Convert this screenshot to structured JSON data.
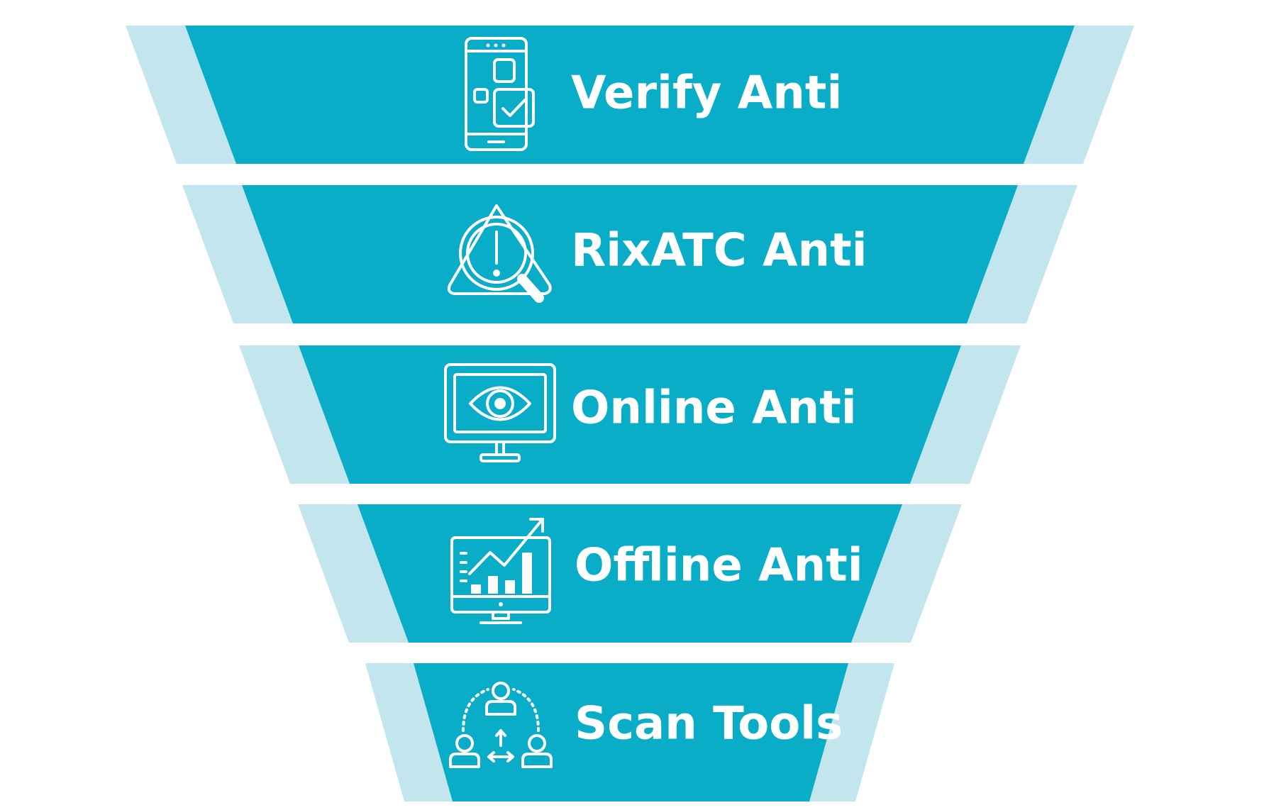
{
  "colors": {
    "band_main": "#0aadc7",
    "band_side": "#c3e6ee",
    "text": "#ffffff",
    "background": "#ffffff"
  },
  "tiers": [
    {
      "label": "Verify Anti",
      "icon": "smartphone-check-icon"
    },
    {
      "label": "RixATC Anti",
      "icon": "warning-magnifier-icon"
    },
    {
      "label": "Online Anti",
      "icon": "monitor-eye-icon"
    },
    {
      "label": "Offline Anti",
      "icon": "monitor-chart-icon"
    },
    {
      "label": "Scan Tools",
      "icon": "people-network-icon"
    }
  ]
}
